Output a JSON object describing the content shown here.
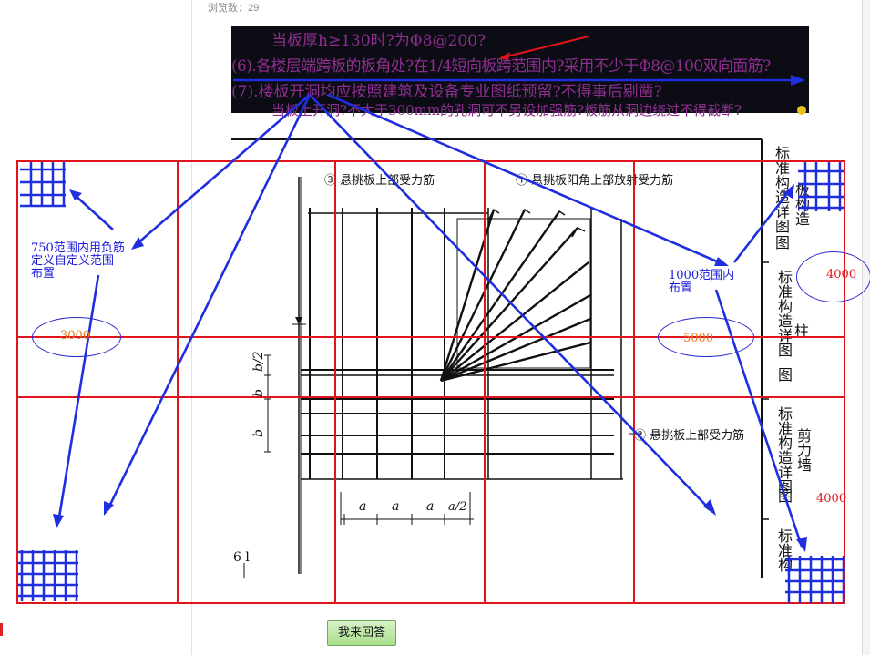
{
  "page": {
    "views_text": "浏览数：29",
    "answer_button": "我来回答"
  },
  "screenshot_text": {
    "line1": "当板厚h≥130时?为Φ8@200?",
    "line2": "(6).各楼层端跨板的板角处?在1/4短向板跨范围内?采用不少于Φ8@100双向面筋?",
    "line3": "(7).楼板开洞均应按照建筑及设备专业图纸预留?不得事后剔凿?",
    "line4": "当板上开洞?不大于300mm的孔洞可不另设加强筋?板筋从洞边绕过不得截断?"
  },
  "drawing": {
    "label_3": "③ 悬挑板上部受力筋",
    "label_1": "① 悬挑板阳角上部放射受力筋",
    "label_2": "② 悬挑板上部受力筋",
    "dim_b2": "b/2",
    "dim_b1": "b",
    "dim_b3": "b",
    "dim_a1": "a",
    "dim_a2": "a",
    "dim_a3": "a",
    "dim_a4": "a/2",
    "footer_mark": "6 l",
    "table_cells": [
      "标准构造详图",
      "标准构造详图",
      "标准构造详图",
      "标准构"
    ],
    "table_side": [
      "板构造",
      "柱",
      "剪力墙"
    ]
  },
  "annotations": {
    "note_left": [
      "750范围内用负筋",
      "定义自定义范围",
      "布置"
    ],
    "note_right": [
      "1000范围内",
      "布置"
    ],
    "dim_3000": "3000",
    "dim_5000": "5000",
    "dim_4000_top": "4000",
    "dim_4000_bottom": "4000"
  },
  "colors": {
    "grid_red": "#e0141c",
    "arrow_blue": "#1f2fe0",
    "note_blue": "#1a1adb",
    "dim_red": "#e01418",
    "dim_orange": "#e0781a"
  }
}
